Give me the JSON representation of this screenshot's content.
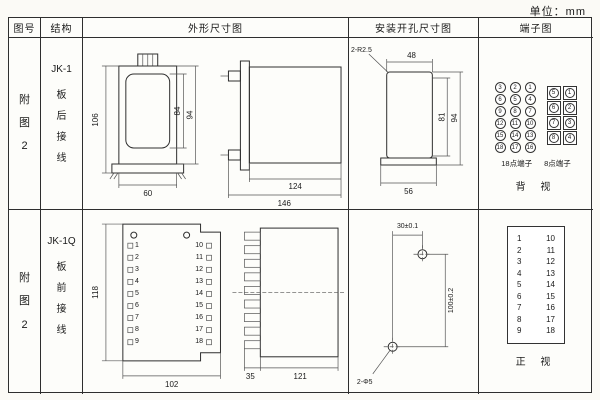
{
  "unit_label": "单位：mm",
  "header": {
    "figure": "图号",
    "structure": "结构",
    "outline": "外形尺寸图",
    "mounting": "安装开孔尺寸图",
    "terminal": "端子图"
  },
  "row1": {
    "figure_no": "附\n图\n2",
    "model": "JK-1",
    "wiring": "板\n后\n接\n线",
    "dims": {
      "front_height": "106",
      "inner_height": "84",
      "outer_height": "94",
      "front_width": "60",
      "side_depth": "124",
      "side_total": "146"
    },
    "mounting": {
      "radius_note": "2-R2.5",
      "top_width": "48",
      "inner_height": "81",
      "outer_height": "94",
      "bottom_width": "56"
    },
    "terminal": {
      "label_18": "18点端子",
      "label_8": "8点端子",
      "view": "背 视",
      "points18": [
        "3",
        "2",
        "1",
        "6",
        "5",
        "4",
        "9",
        "8",
        "7",
        "12",
        "11",
        "10",
        "15",
        "14",
        "13",
        "18",
        "17",
        "16"
      ],
      "points8": [
        "5",
        "1",
        "6",
        "2",
        "7",
        "3",
        "8",
        "4"
      ]
    }
  },
  "row2": {
    "figure_no": "附\n图\n2",
    "model": "JK-1Q",
    "wiring": "板\n前\n接\n线",
    "dims": {
      "front_height": "118",
      "front_width": "102",
      "terminal_depth": "35",
      "side_depth": "121"
    },
    "mounting": {
      "hole_spacing_x": "30±0.1",
      "hole_spacing_y": "100±0.2",
      "hole_note": "2-Φ5"
    },
    "front_terminals_left": [
      "1",
      "2",
      "3",
      "4",
      "5",
      "6",
      "7",
      "8",
      "9"
    ],
    "front_terminals_right": [
      "10",
      "11",
      "12",
      "13",
      "14",
      "15",
      "16",
      "17",
      "18"
    ],
    "terminal": {
      "left": [
        "1",
        "2",
        "3",
        "4",
        "5",
        "6",
        "7",
        "8",
        "9"
      ],
      "right": [
        "10",
        "11",
        "12",
        "13",
        "14",
        "15",
        "16",
        "17",
        "18"
      ],
      "view": "正 视"
    }
  }
}
